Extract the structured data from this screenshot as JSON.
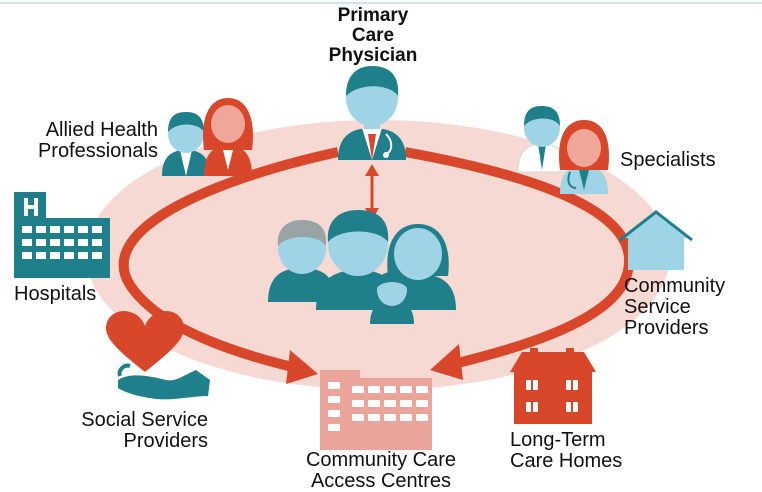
{
  "colors": {
    "teal": "#1f7f8a",
    "light_blue": "#9ed4e6",
    "red": "#d9472b",
    "salmon_skin": "#f0a79a",
    "ellipse": "#f6d9d2",
    "grey_hair": "#9aa3a6",
    "building_pink": "#eaa49a"
  },
  "nodes": {
    "primary_care": {
      "lines": [
        "Primary",
        "Care",
        "Physician"
      ],
      "icon": "doctor-icon"
    },
    "allied_health": {
      "lines": [
        "Allied Health",
        "Professionals"
      ],
      "icon": "two-health-professionals-icon"
    },
    "specialists": {
      "lines": [
        "Specialists"
      ],
      "icon": "two-doctors-icon"
    },
    "hospitals": {
      "lines": [
        "Hospitals"
      ],
      "icon": "hospital-icon"
    },
    "community_service": {
      "lines": [
        "Community",
        "Service",
        "Providers"
      ],
      "icon": "house-icon"
    },
    "social_service": {
      "lines": [
        "Social Service",
        "Providers"
      ],
      "icon": "heart-in-hand-icon"
    },
    "ccac": {
      "lines": [
        "Community Care",
        "Access Centres"
      ],
      "icon": "office-building-icon"
    },
    "long_term_care": {
      "lines": [
        "Long-Term",
        "Care Homes"
      ],
      "icon": "care-home-icon"
    },
    "patients": {
      "icon": "family-group-icon"
    }
  }
}
